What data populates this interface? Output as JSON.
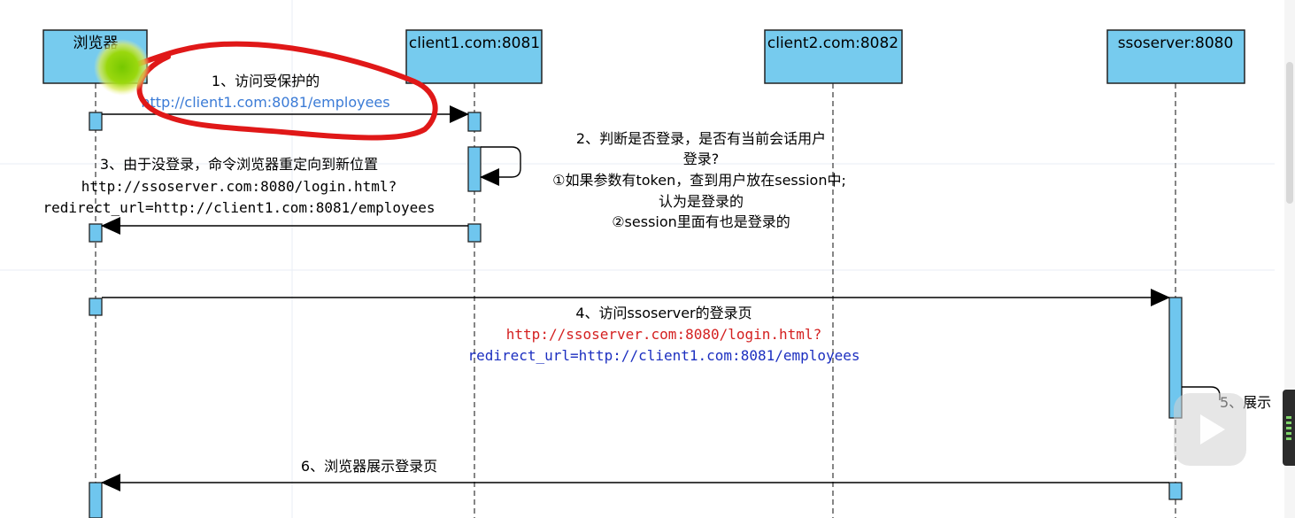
{
  "actors": [
    {
      "id": "browser",
      "label": "浏览器"
    },
    {
      "id": "client1",
      "label": "client1.com:8081"
    },
    {
      "id": "client2",
      "label": "client2.com:8082"
    },
    {
      "id": "ssoserver",
      "label": "ssoserver:8080"
    }
  ],
  "messages": {
    "m1": {
      "line1": "1、访问受保护的",
      "line2": "http://client1.com:8081/employees"
    },
    "m2": {
      "line1": "2、判断是否登录，是否有当前会话用户",
      "line2": "登录?",
      "line3": "①如果参数有token，查到用户放在session中;",
      "line4": "认为是登录的",
      "line5": "②session里面有也是登录的"
    },
    "m3": {
      "line1": "3、由于没登录，命令浏览器重定向到新位置",
      "line2": "http://ssoserver.com:8080/login.html?",
      "line3": "redirect_url=http://client1.com:8081/employees"
    },
    "m4": {
      "line1": "4、访问ssoserver的登录页",
      "line2": "http://ssoserver.com:8080/login.html?",
      "line3": "redirect_url=http://client1.com:8081/employees"
    },
    "m5": {
      "label": "5、展示"
    },
    "m6": {
      "label": "6、浏览器展示登录页"
    }
  },
  "colors": {
    "actor_fill": "#76cbee",
    "activation_fill": "#6fc6ee",
    "link_blue": "#3b7bd6",
    "url_red": "#d42020",
    "url_blue": "#1c2fc0",
    "annotation_red": "#e01818",
    "cursor_green": "#8fd400"
  }
}
